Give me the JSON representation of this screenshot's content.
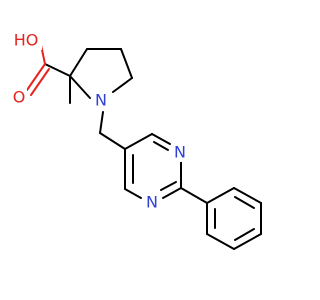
{
  "colors": {
    "background": "#ffffff",
    "bond": "#000000",
    "oxygen": "#e8231f",
    "nitrogen": "#3040d8"
  },
  "atoms": {
    "hydroxyl_oxygen": "HO",
    "carbonyl_oxygen": "O",
    "pyrrolidine_nitrogen": "N",
    "pyrimidine_nitrogen_1": "N",
    "pyrimidine_nitrogen_3": "N"
  }
}
